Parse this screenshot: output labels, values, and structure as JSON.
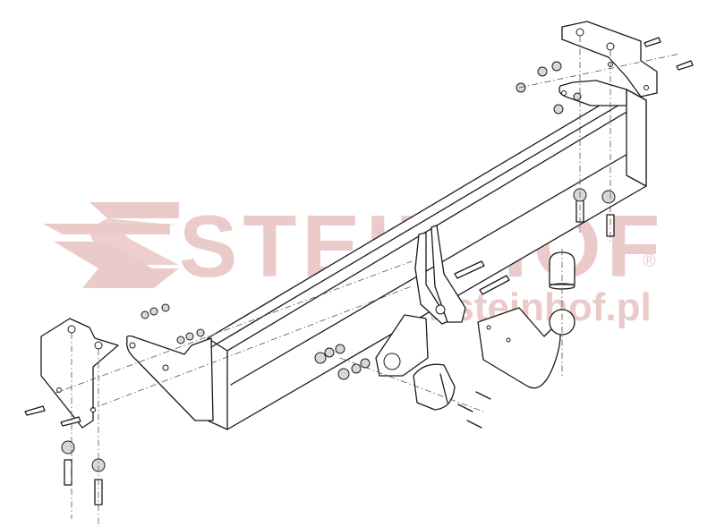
{
  "diagram": {
    "type": "exploded-assembly",
    "subject": "tow bar (towing hitch) assembly",
    "watermark": {
      "brand": "STEINHOF",
      "registered_mark": "®",
      "url": "www.steinhof.pl",
      "color": "#ebcaca"
    },
    "line_color": "#1a1a1a",
    "background": "#ffffff",
    "parts": [
      {
        "id": "main-crossbar",
        "label": "Main cross beam (square tube)"
      },
      {
        "id": "left-bracket",
        "label": "Left vehicle mounting bracket"
      },
      {
        "id": "right-bracket",
        "label": "Right vehicle mounting bracket"
      },
      {
        "id": "left-arm",
        "label": "Left side arm plate"
      },
      {
        "id": "right-arm",
        "label": "Right side arm plate"
      },
      {
        "id": "center-plates",
        "label": "Center socket holder plates"
      },
      {
        "id": "ball-neck",
        "label": "Tow ball neck with ball"
      },
      {
        "id": "ball-cap",
        "label": "Tow ball protective cap"
      },
      {
        "id": "socket-plate",
        "label": "Electrical socket mounting plate"
      },
      {
        "id": "electrical-socket",
        "label": "13-pin electrical socket"
      },
      {
        "id": "bolts",
        "label": "Hex bolts"
      },
      {
        "id": "nuts-washers",
        "label": "Nuts and washers"
      },
      {
        "id": "screws",
        "label": "Socket screws"
      }
    ]
  }
}
